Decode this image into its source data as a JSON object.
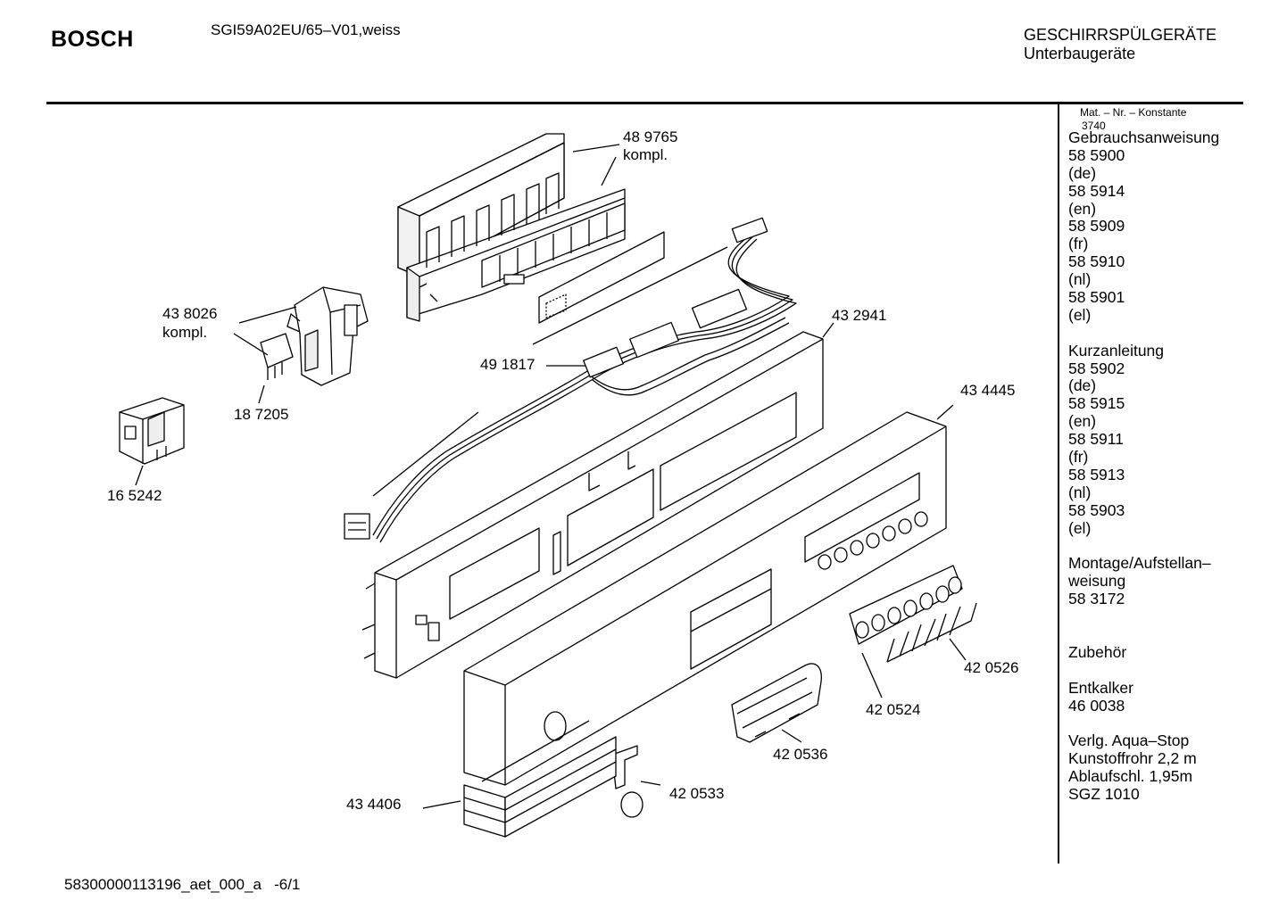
{
  "header": {
    "brand": "BOSCH",
    "model": "SGI59A02EU/65–V01,weiss",
    "category": "GESCHIRRSPÜLGERÄTE",
    "subcategory": "Unterbaugeräte"
  },
  "sidebar": {
    "heading": "Mat. – Nr. – Konstante",
    "constant": "3740",
    "lines": [
      "Gebrauchsanweisung",
      "58 5900",
      "(de)",
      "58 5914",
      "(en)",
      "58 5909",
      "(fr)",
      "58 5910",
      "(nl)",
      "58 5901",
      "(el)",
      "",
      "Kurzanleitung",
      "58 5902",
      "(de)",
      "58 5915",
      "(en)",
      "58 5911",
      "(fr)",
      "58 5913",
      "(nl)",
      "58 5903",
      "(el)",
      "",
      "Montage/Aufstellan–",
      "weisung",
      "58 3172",
      "",
      "",
      "Zubehör",
      "",
      "Entkalker",
      "46 0038",
      "",
      "Verlg. Aqua–Stop",
      "Kunstoffrohr 2,2 m",
      "Ablaufschl. 1,95m",
      "SGZ 1010"
    ]
  },
  "parts": {
    "p489765": "48 9765",
    "p489765_note": "kompl.",
    "p438026": "43 8026",
    "p438026_note": "kompl.",
    "p187205": "18 7205",
    "p165242": "16 5242",
    "p491817": "49 1817",
    "p432941": "43 2941",
    "p434445": "43 4445",
    "p420526": "42 0526",
    "p420524": "42 0524",
    "p420536": "42 0536",
    "p420533": "42 0533",
    "p434406": "43 4406"
  },
  "footer": {
    "doc_id": "58300000113196_aet_000_a",
    "page": "-6/1"
  }
}
